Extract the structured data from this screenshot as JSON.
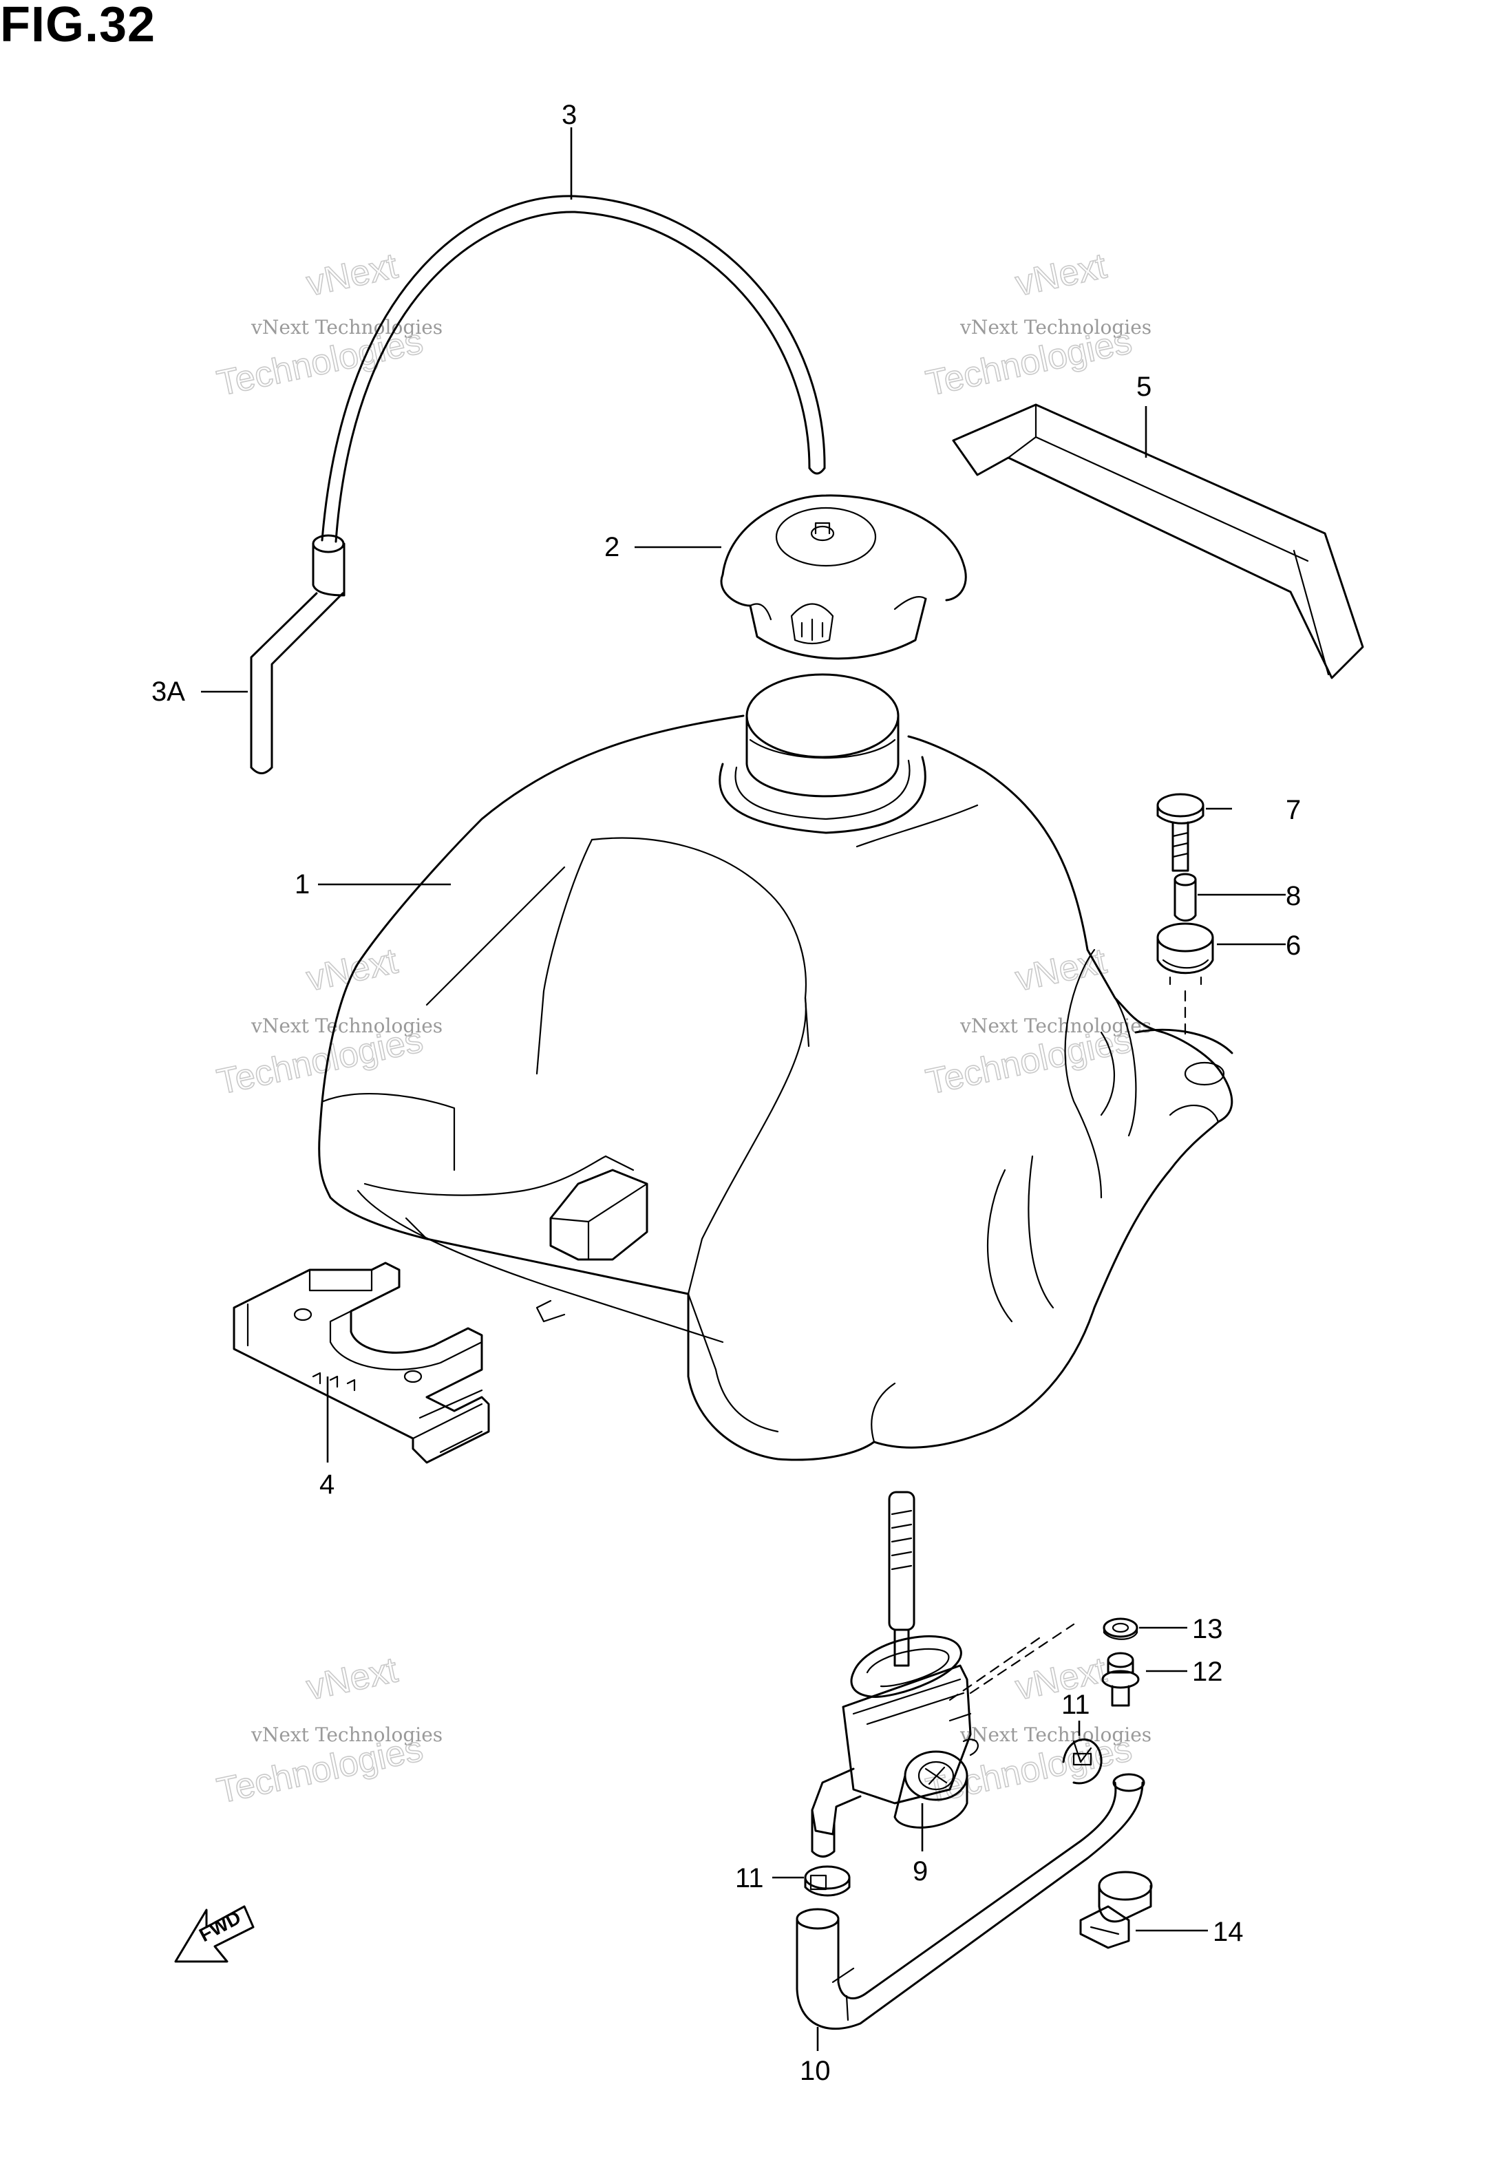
{
  "figure_title": "FIG.32",
  "watermark": {
    "line1": "vNext",
    "line2": "vNext Technologies",
    "line3": "Technologies"
  },
  "direction_label": "FWD",
  "callouts": [
    {
      "id": "c1",
      "label": "1"
    },
    {
      "id": "c2",
      "label": "2"
    },
    {
      "id": "c3",
      "label": "3"
    },
    {
      "id": "c3a",
      "label": "3A"
    },
    {
      "id": "c4",
      "label": "4"
    },
    {
      "id": "c5",
      "label": "5"
    },
    {
      "id": "c6",
      "label": "6"
    },
    {
      "id": "c7",
      "label": "7"
    },
    {
      "id": "c8",
      "label": "8"
    },
    {
      "id": "c9",
      "label": "9"
    },
    {
      "id": "c10",
      "label": "10"
    },
    {
      "id": "c11a",
      "label": "11"
    },
    {
      "id": "c11b",
      "label": "11"
    },
    {
      "id": "c12",
      "label": "12"
    },
    {
      "id": "c13",
      "label": "13"
    },
    {
      "id": "c14",
      "label": "14"
    }
  ]
}
